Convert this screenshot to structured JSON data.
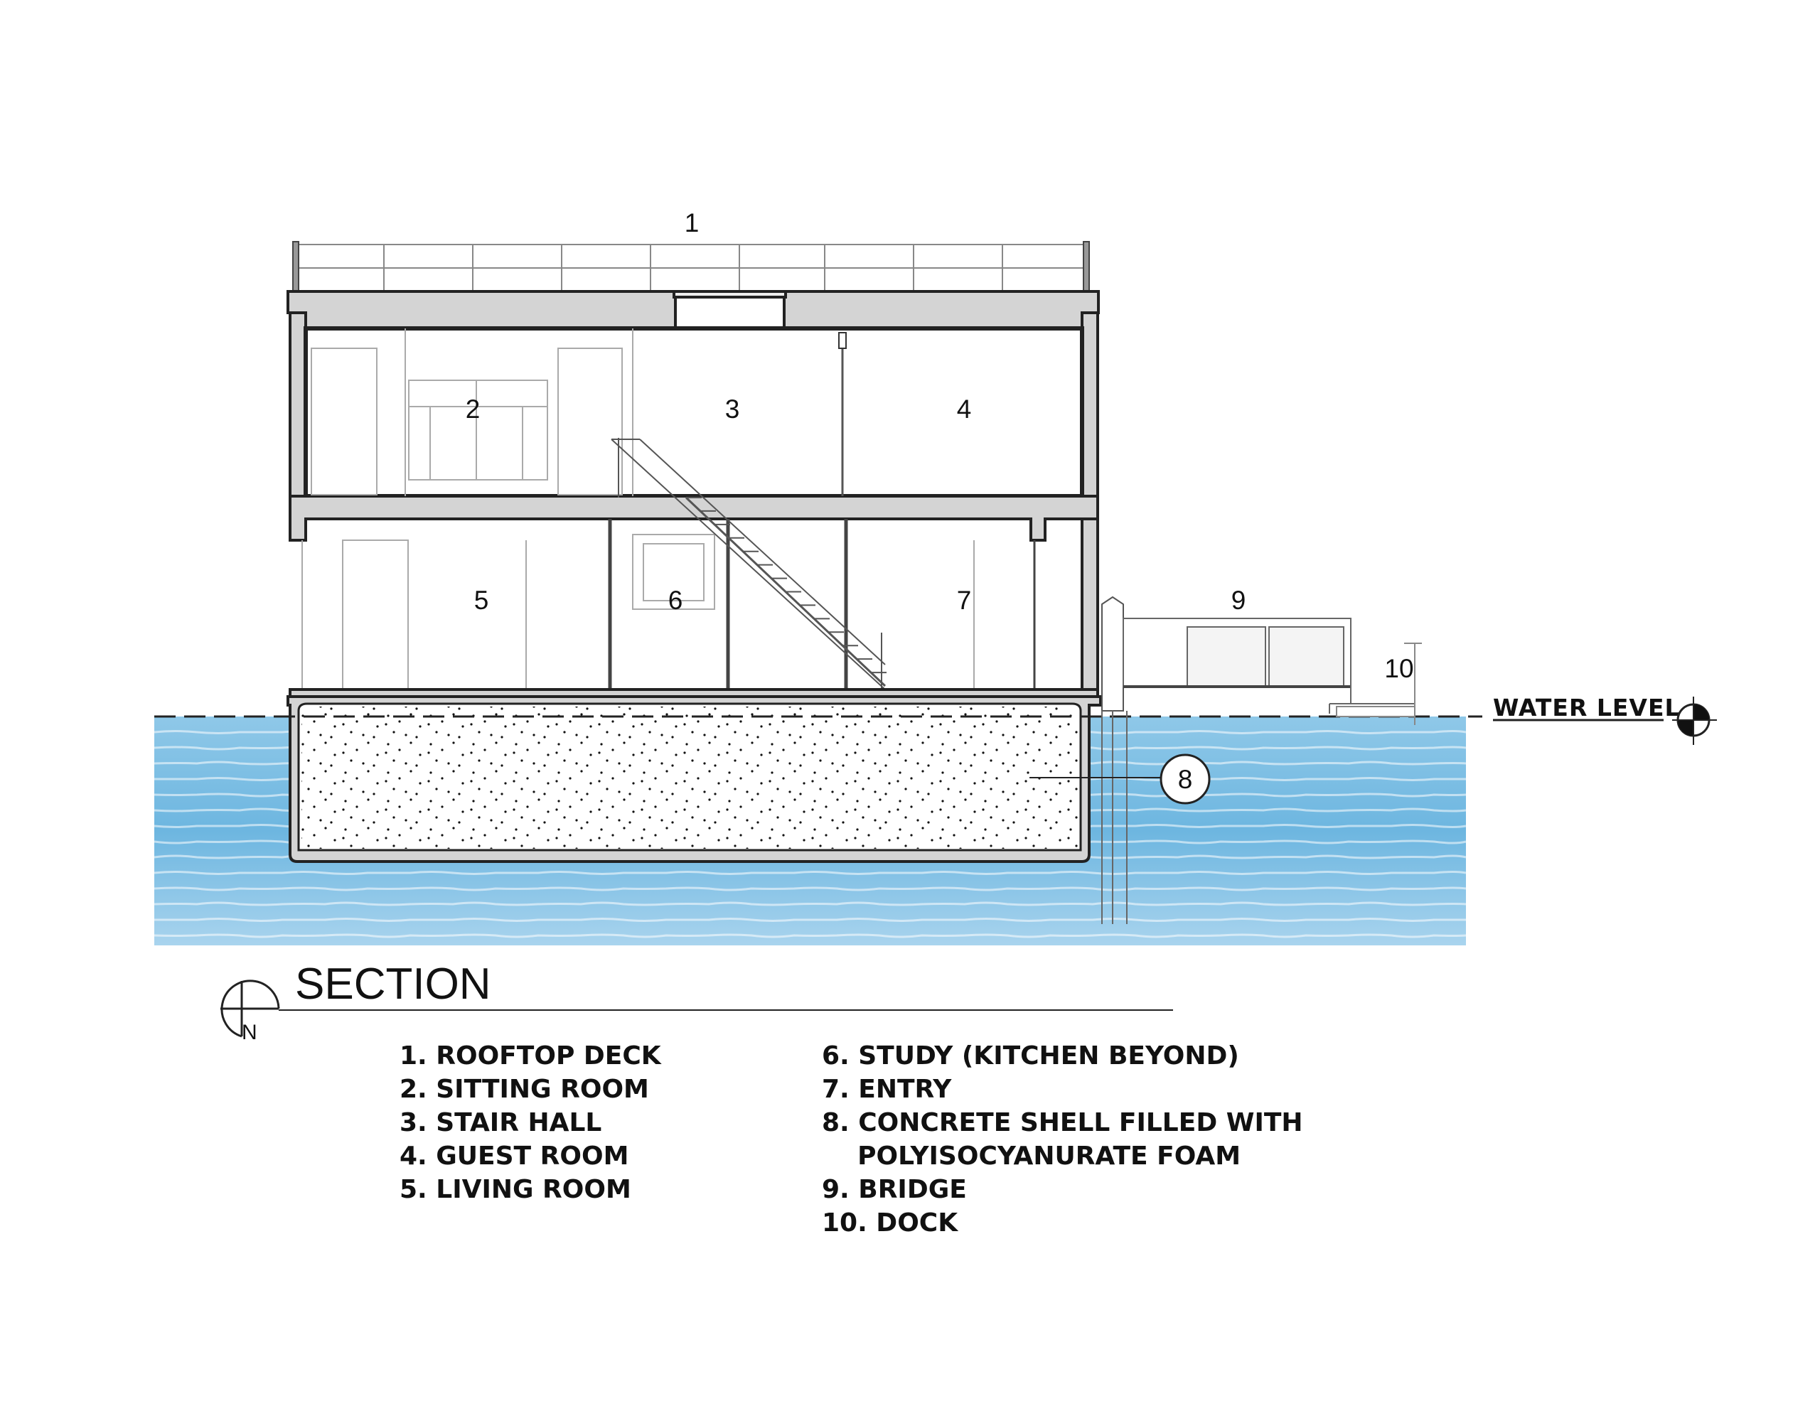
{
  "diagram": {
    "room_numbers": [
      "1",
      "2",
      "3",
      "4",
      "5",
      "6",
      "7",
      "9",
      "10"
    ],
    "callout_number": "8",
    "water_level_label": "WATER LEVEL",
    "title": "SECTION",
    "north_label": "N"
  },
  "legend": {
    "left": [
      "1. ROOFTOP DECK",
      "2. SITTING ROOM",
      "3. STAIR HALL",
      "4. GUEST ROOM",
      "5. LIVING ROOM"
    ],
    "right": [
      "6. STUDY (KITCHEN BEYOND)",
      "7. ENTRY",
      "8. CONCRETE SHELL FILLED WITH",
      "    POLYISOCYANURATE FOAM",
      "9. BRIDGE",
      "10. DOCK"
    ]
  },
  "colors": {
    "water_light": "#bfe0f2",
    "water_dark": "#5aa9d6",
    "concrete": "#d4d4d4",
    "line": "#222222"
  }
}
